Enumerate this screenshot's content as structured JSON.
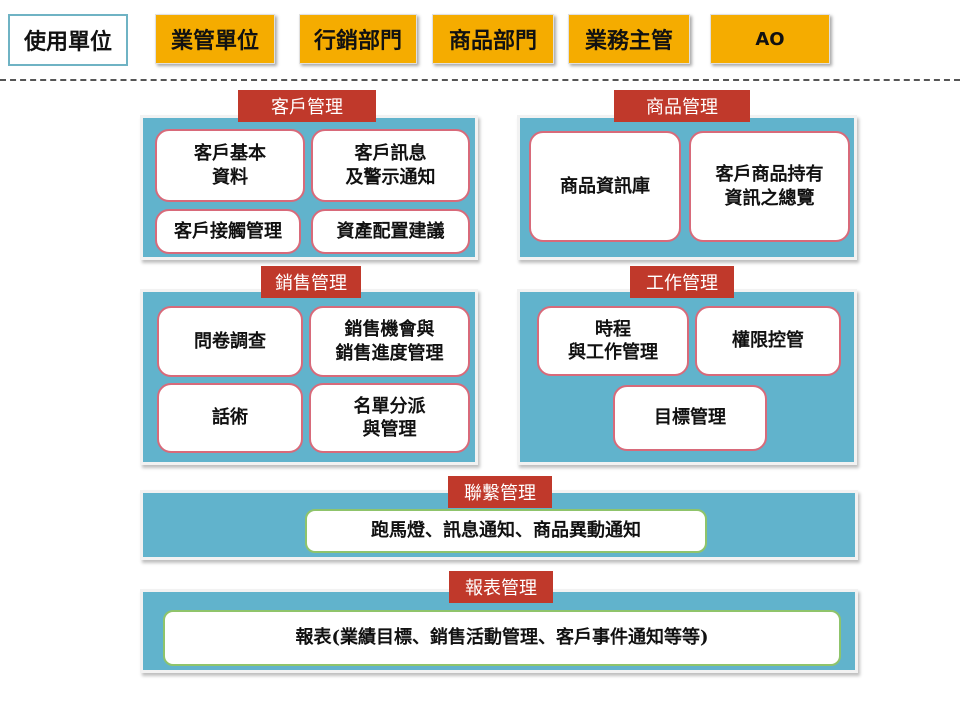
{
  "header": {
    "label": "使用單位",
    "units": [
      "業管單位",
      "行銷部門",
      "商品部門",
      "業務主管",
      "AO"
    ]
  },
  "sections": {
    "customer": {
      "title": "客戶管理",
      "items": [
        "客戶基本\n資料",
        "客戶訊息\n及警示通知",
        "客戶接觸管理",
        "資產配置建議"
      ]
    },
    "product": {
      "title": "商品管理",
      "items": [
        "商品資訊庫",
        "客戶商品持有\n資訊之總覽"
      ]
    },
    "sales": {
      "title": "銷售管理",
      "items": [
        "問卷調查",
        "銷售機會與\n銷售進度管理",
        "話術",
        "名單分派\n與管理"
      ]
    },
    "work": {
      "title": "工作管理",
      "items": [
        "時程\n與工作管理",
        "權限控管",
        "目標管理"
      ]
    },
    "contact": {
      "title": "聯繫管理",
      "items": [
        "跑馬燈、訊息通知、商品異動通知"
      ]
    },
    "report": {
      "title": "報表管理",
      "items": [
        "報表(業績目標、銷售活動管理、客戶事件通知等等)"
      ]
    }
  },
  "colors": {
    "unit_fill": "#f5ac00",
    "panel_fill": "#61b3cc",
    "tag_fill": "#c0392b",
    "card_border": "#d86a7a",
    "card_border_green": "#8fc46b"
  }
}
